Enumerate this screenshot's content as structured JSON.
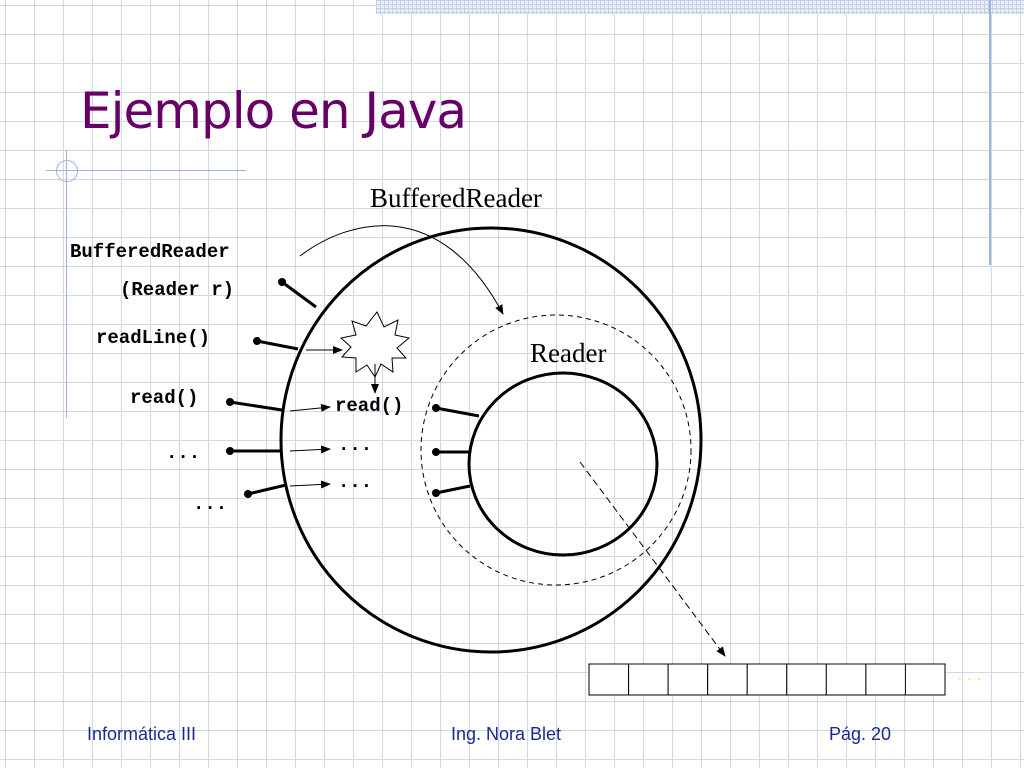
{
  "slide": {
    "title": "Ejemplo en Java"
  },
  "diagram": {
    "outer_label": "BufferedReader",
    "inner_label": "Reader",
    "constructor_name": "BufferedReader",
    "constructor_param": "(Reader r)",
    "outer_methods": [
      "readLine()",
      "read()",
      "...",
      "..."
    ],
    "inner_methods": [
      "read()",
      "...",
      "..."
    ],
    "buffer_cells": 9,
    "buffer_ellipsis": "..."
  },
  "footer": {
    "left": "Informática III",
    "center": "Ing. Nora Blet",
    "right": "Pág. 20"
  },
  "colors": {
    "title": "#660066",
    "footer": "#1a2a8a",
    "grid": "#cdd8ec",
    "accent_decoration": "#9fb2d8"
  }
}
